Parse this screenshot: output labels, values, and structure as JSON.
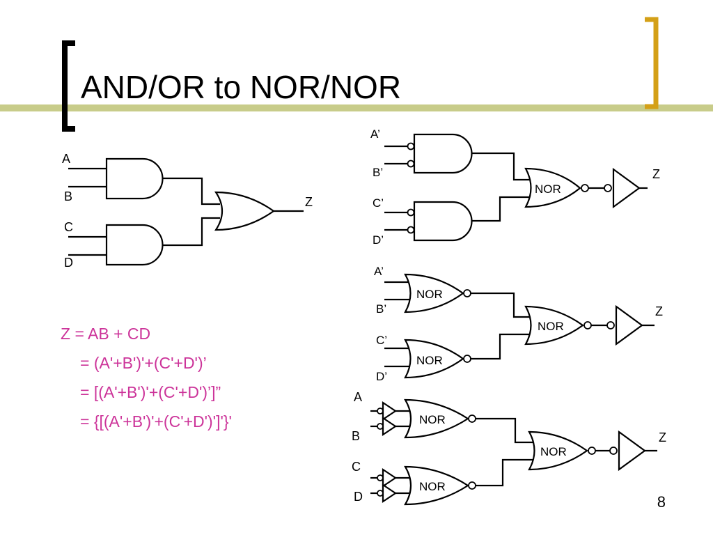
{
  "slide": {
    "title": "AND/OR to NOR/NOR",
    "page_number": "8",
    "accent_color": "#d4a017",
    "bar_color": "#c8cc8a",
    "equation_color": "#cc3399"
  },
  "equations": [
    "Z = AB + CD",
    "= (A'+B')'+(C'+D')’",
    "= [(A'+B')'+(C'+D')’]”",
    "= {[(A'+B')'+(C'+D')']'}'"
  ],
  "circuit_and_or": {
    "inputs": [
      "A",
      "B",
      "C",
      "D"
    ],
    "output": "Z"
  },
  "circuit_bubbled_and": {
    "inputs": [
      "A’",
      "B’",
      "C’",
      "D’"
    ],
    "gate_label": "NOR",
    "output": "Z"
  },
  "circuit_nor_nor": {
    "inputs": [
      "A’",
      "B’",
      "C’",
      "D’"
    ],
    "gate_labels": [
      "NOR",
      "NOR",
      "NOR"
    ],
    "output": "Z"
  },
  "circuit_nor_nor_inverters": {
    "inputs": [
      "A",
      "B",
      "C",
      "D"
    ],
    "gate_labels": [
      "NOR",
      "NOR",
      "NOR"
    ],
    "output": "Z"
  }
}
